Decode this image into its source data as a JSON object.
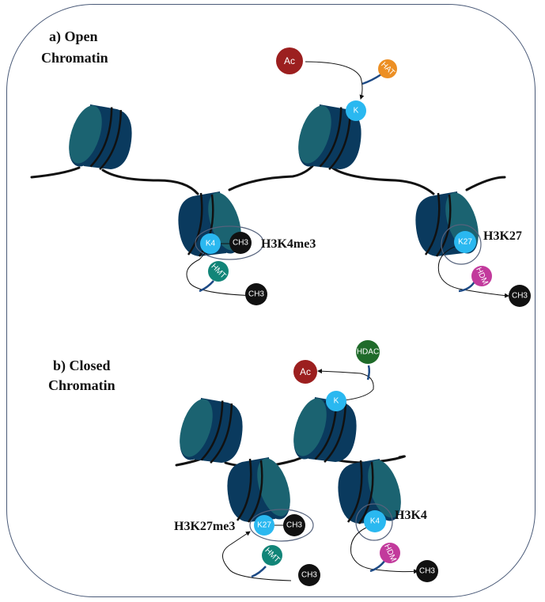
{
  "panels": {
    "open": {
      "title_line1": "a) Open",
      "title_line2": "Chromatin",
      "acetylation": {
        "ac": "Ac",
        "enzyme": "HAT",
        "lysine": "K"
      },
      "methyl_left": {
        "site": "K4",
        "methyl": "CH3",
        "enzyme": "HMT",
        "free_methyl": "CH3",
        "mark": "H3K4me3"
      },
      "methyl_right": {
        "site": "K27",
        "enzyme": "HDM",
        "free_methyl": "CH3",
        "mark": "H3K27"
      }
    },
    "closed": {
      "title_line1": "b) Closed",
      "title_line2": "Chromatin",
      "acetylation": {
        "ac": "Ac",
        "enzyme": "HDAC",
        "lysine": "K"
      },
      "methyl_left": {
        "site": "K27",
        "methyl": "CH3",
        "enzyme": "HMT",
        "free_methyl": "CH3",
        "mark": "H3K27me3"
      },
      "methyl_right": {
        "site": "K4",
        "enzyme": "HDM",
        "free_methyl": "CH3",
        "mark": "H3K4"
      }
    }
  },
  "colors": {
    "nucleosome_face": "#1b6371",
    "nucleosome_body": "#0a3a5e",
    "lysine": "#2ab8f0",
    "acetyl": "#9c1f1f",
    "hat": "#ec8f24",
    "hdac": "#1f6b2a",
    "hmt": "#128578",
    "hdm": "#c23a9c",
    "methyl": "#111111"
  }
}
